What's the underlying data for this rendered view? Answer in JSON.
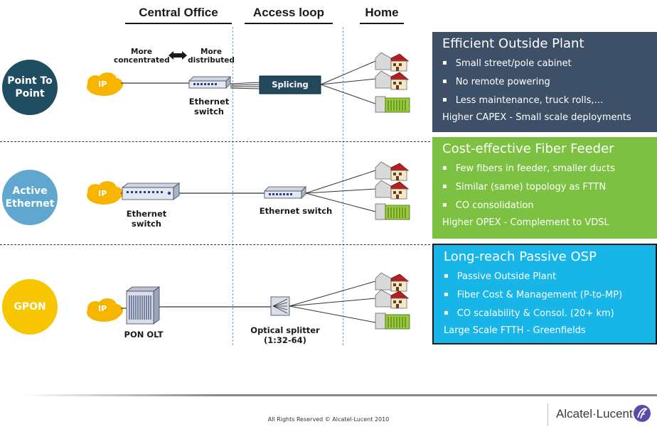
{
  "headers": {
    "central_office": "Central Office",
    "access_loop": "Access loop",
    "home": "Home"
  },
  "rows": {
    "p2p": {
      "circle_label_1": "Point To",
      "circle_label_2": "Point",
      "ip": "IP",
      "more_concentrated_1": "More",
      "more_concentrated_2": "concentrated",
      "more_distributed_1": "More",
      "more_distributed_2": "distributed",
      "switch_label_1": "Ethernet",
      "switch_label_2": "switch",
      "splicing": "Splicing"
    },
    "active": {
      "circle_label_1": "Active",
      "circle_label_2": "Ethernet",
      "ip": "IP",
      "switch_label_1": "Ethernet",
      "switch_label_2": "switch",
      "remote_switch_label": "Ethernet switch"
    },
    "gpon": {
      "circle_label": "GPON",
      "ip": "IP",
      "olt_label": "PON OLT",
      "splitter_label_1": "Optical splitter",
      "splitter_label_2": "(1:32-64)"
    }
  },
  "panels": [
    {
      "title": "Efficient Outside Plant",
      "bullets": [
        "Small street/pole cabinet",
        "No remote powering",
        "Less maintenance, truck rolls,…"
      ],
      "footer": "Higher CAPEX - Small scale deployments",
      "color": "#3d5068"
    },
    {
      "title": "Cost-effective Fiber Feeder",
      "bullets": [
        "Few fibers in feeder, smaller ducts",
        "Similar (same) topology as FTTN",
        "CO consolidation"
      ],
      "footer": "Higher OPEX - Complement to VDSL",
      "color": "#7dc142"
    },
    {
      "title": "Long-reach Passive OSP",
      "bullets": [
        "Passive Outside Plant",
        "Fiber Cost & Management  (P-to-MP)",
        "CO scalability & Consol. (20+ km)"
      ],
      "footer": "Large Scale FTTH - Greenfields",
      "color": "#18b5e8"
    }
  ],
  "footer": {
    "copyright": "All Rights Reserved © Alcatel-Lucent 2010",
    "brand": "Alcatel·Lucent"
  },
  "colors": {
    "p2p_circle": "#1f4e61",
    "active_circle": "#5fa7cf",
    "gpon_circle": "#f7c600",
    "cloud": "#f7b500"
  }
}
